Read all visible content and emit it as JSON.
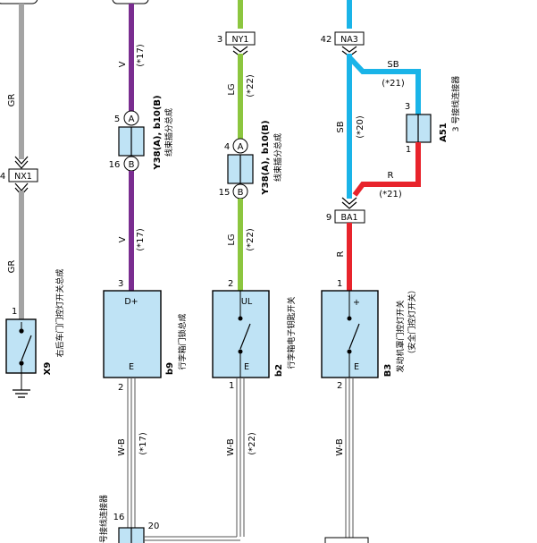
{
  "colors": {
    "gray": "#a4a4a4",
    "purple": "#7a2d90",
    "green": "#8cc63f",
    "blue": "#1ab4e8",
    "red": "#e8242c",
    "component_fill": "#bfe3f5",
    "ground_wire": "#555555"
  },
  "wire_labels": {
    "gr_top": "GR",
    "gr_bottom": "GR",
    "v_top": "V",
    "v_bottom": "V",
    "lg_top": "LG",
    "lg_bottom": "LG",
    "sb_main": "SB",
    "sb_branch": "SB",
    "r_branch": "R",
    "r_bottom": "R",
    "wb_left": "W-B",
    "wb_mid": "W-B",
    "wb_right": "W-B"
  },
  "notes": {
    "v_top": "(*17)",
    "v_bottom": "(*17)",
    "lg_top": "(*22)",
    "lg_bottom": "(*22)",
    "sb_main": "(*20)",
    "sb_branch": "(*21)",
    "r_branch": "(*21)",
    "wb_left": "(*17)",
    "wb_mid": "(*22)"
  },
  "connectors": {
    "nx1": {
      "name": "NX1",
      "pin": "4"
    },
    "ny1": {
      "name": "NY1",
      "pin": "3"
    },
    "na3": {
      "name": "NA3",
      "pin": "42"
    },
    "ba1": {
      "name": "BA1",
      "pin": "9"
    }
  },
  "junctions": {
    "y38_left": {
      "top_letter": "A",
      "bottom_letter": "B",
      "top_pin": "5",
      "bottom_pin": "16",
      "code": "Y38(A), b10(B)",
      "desc": "线束插分总成"
    },
    "y38_mid": {
      "top_letter": "A",
      "bottom_letter": "B",
      "top_pin": "4",
      "bottom_pin": "15",
      "code": "Y38(A), b10(B)",
      "desc": "线束插分总成"
    },
    "a51": {
      "top_pin": "3",
      "bottom_pin": "1",
      "code": "A51",
      "desc": "3 号接线连接器"
    }
  },
  "components": {
    "x9": {
      "code": "X9",
      "desc": "右后车门门控灯开关总成",
      "pin": "1"
    },
    "b9": {
      "code": "b9",
      "desc": "行李箱门锁总成",
      "top_label": "D+",
      "bottom_label": "E",
      "top_pin": "3",
      "bottom_pin": "2"
    },
    "b2": {
      "code": "b2",
      "desc": "行李箱电子钥匙开关",
      "top_label": "UL",
      "bottom_label": "E",
      "top_pin": "2",
      "bottom_pin": "1"
    },
    "b3": {
      "code": "B3",
      "desc1": "发动机罩门控灯开关",
      "desc2": "（安全门控灯开关）",
      "top_label": "+",
      "bottom_label": "E",
      "top_pin": "1",
      "bottom_pin": "2"
    }
  },
  "bottom_connector": {
    "desc": "号接线连接器",
    "pin_left": "16",
    "pin_right": "20"
  }
}
